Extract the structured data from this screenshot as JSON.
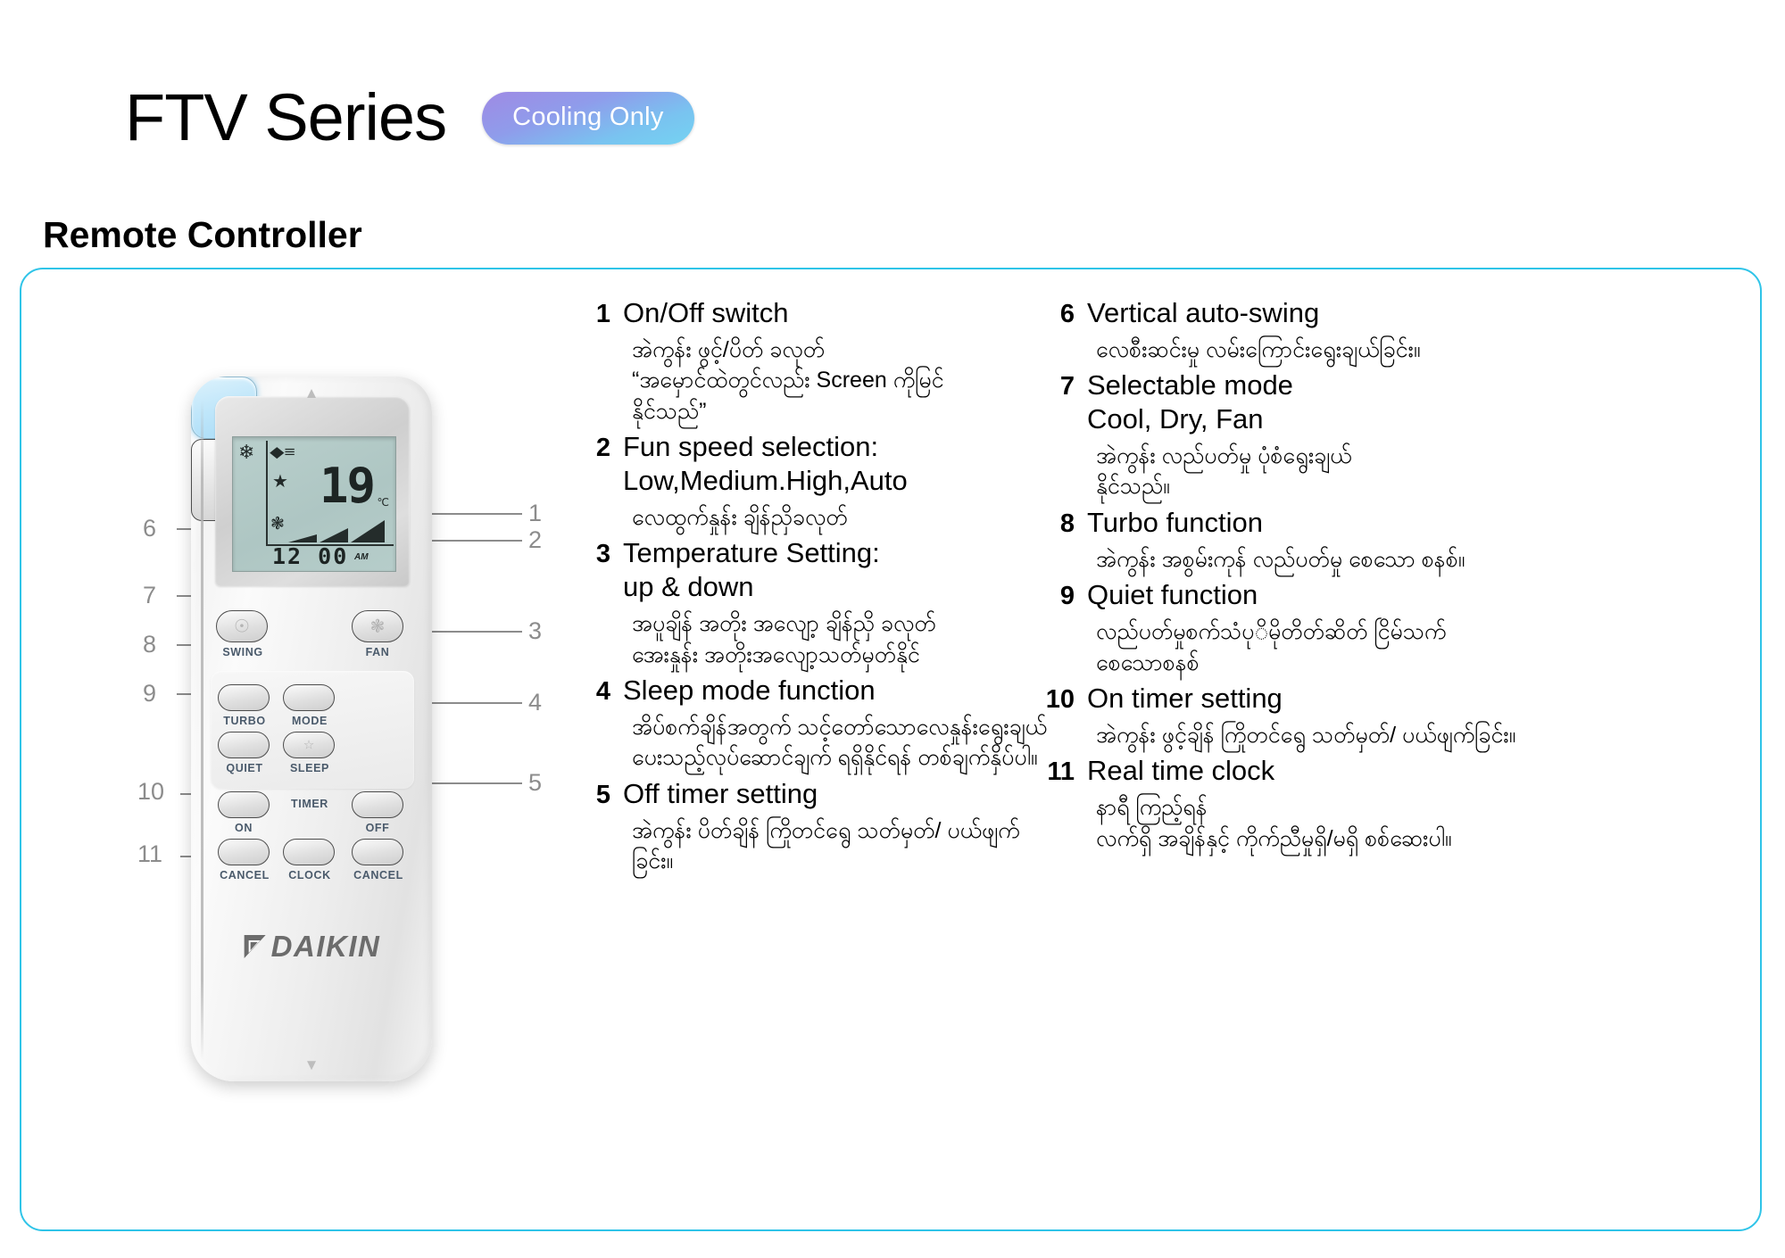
{
  "header": {
    "title": "FTV Series",
    "badge": "Cooling Only",
    "section_title": "Remote Controller"
  },
  "remote": {
    "brand": "DAIKIN",
    "lcd": {
      "temperature": "19",
      "unit": "℃",
      "clock": "12 00",
      "ampm": "AM",
      "icons": [
        "snowflake-icon",
        "swing-icon",
        "star-icon",
        "fan-icon"
      ],
      "fan_bars": 3
    },
    "buttons": [
      {
        "name": "swing",
        "label": "SWING"
      },
      {
        "name": "power",
        "label": ""
      },
      {
        "name": "fan",
        "label": "FAN"
      },
      {
        "name": "turbo",
        "label": "TURBO"
      },
      {
        "name": "mode",
        "label": "MODE"
      },
      {
        "name": "quiet",
        "label": "QUIET"
      },
      {
        "name": "sleep",
        "label": "SLEEP"
      },
      {
        "name": "timer",
        "label": "TIMER"
      },
      {
        "name": "on",
        "label": "ON"
      },
      {
        "name": "off",
        "label": "OFF"
      },
      {
        "name": "cancel-left",
        "label": "CANCEL"
      },
      {
        "name": "clock",
        "label": "CLOCK"
      },
      {
        "name": "cancel-right",
        "label": "CANCEL"
      }
    ],
    "callouts": [
      "1",
      "2",
      "3",
      "4",
      "5",
      "6",
      "7",
      "8",
      "9",
      "10",
      "11"
    ]
  },
  "left_column": [
    {
      "num": "1",
      "title": "On/Off switch",
      "subtitle": "",
      "my": "အဲကွန်း ဖွင့်/ပိတ် ခလုတ်\n“အမှောင်ထဲတွင်လည်း Screen ကိုမြင်\nနိုင်သည်”"
    },
    {
      "num": "2",
      "title": "Fun speed selection:",
      "subtitle": "Low,Medium.High,Auto",
      "my": "လေထွက်နှုန်း ချိန်ညှိခလုတ်"
    },
    {
      "num": "3",
      "title": "Temperature Setting:",
      "subtitle": "up & down",
      "my": "အပူချိန် အတိုး အလျော့ ချိန်ညှိ ခလုတ်\nအေးနှုန်း အတိုးအလျော့သတ်မှတ်နိုင်"
    },
    {
      "num": "4",
      "title": "Sleep mode function",
      "subtitle": "",
      "my": "အိပ်စက်ချိန်အတွက် သင့်တော်သောလေနှုန်းရွေးချယ်\nပေးသည့်လုပ်ဆောင်ချက် ရရှိနိုင်ရန် တစ်ချက်နှိပ်ပါ။"
    },
    {
      "num": "5",
      "title": "Off timer setting",
      "subtitle": "",
      "my": "အဲကွန်း ပိတ်ချိန် ကြိုတင်ရွေ သတ်မှတ်/ ပယ်ဖျက်ခြင်း။"
    }
  ],
  "right_column": [
    {
      "num": "6",
      "title": "Vertical auto-swing",
      "subtitle": "",
      "my": "လေစီးဆင်းမှု လမ်းကြောင်းရွေးချယ်ခြင်း။"
    },
    {
      "num": "7",
      "title": "Selectable mode",
      "subtitle": "Cool, Dry, Fan",
      "my": "အဲကွန်း လည်ပတ်မှု ပုံစံရွေးချယ်\nနိုင်သည်။"
    },
    {
      "num": "8",
      "title": "Turbo function",
      "subtitle": "",
      "my": "အဲကွန်း အစွမ်းကုန် လည်ပတ်မှု စေသော စနစ်။"
    },
    {
      "num": "9",
      "title": "Quiet function",
      "subtitle": "",
      "my": "လည်ပတ်မှုစက်သံပုိမိုတိတ်ဆိတ် ငြိမ်သက်\nစေသောစနစ်"
    },
    {
      "num": "10",
      "title": "On timer setting",
      "subtitle": "",
      "my": "အဲကွန်း ဖွင့်ချိန် ကြိုတင်ရွေ သတ်မှတ်/ ပယ်ဖျက်ခြင်း။"
    },
    {
      "num": "11",
      "title": "Real time clock",
      "subtitle": "",
      "my": "နာရီ ကြည့်ရန်\n လက်ရှိ အချိန်နှင့် ကိုက်ညီမှုရှိ/မရှိ စစ်ဆေးပါ။"
    }
  ],
  "colors": {
    "card_border": "#2fc4e8",
    "badge_from": "#9f8ae4",
    "badge_to": "#74d3f2",
    "callout": "#8c8c8c",
    "button_label": "#4a5a6b"
  }
}
